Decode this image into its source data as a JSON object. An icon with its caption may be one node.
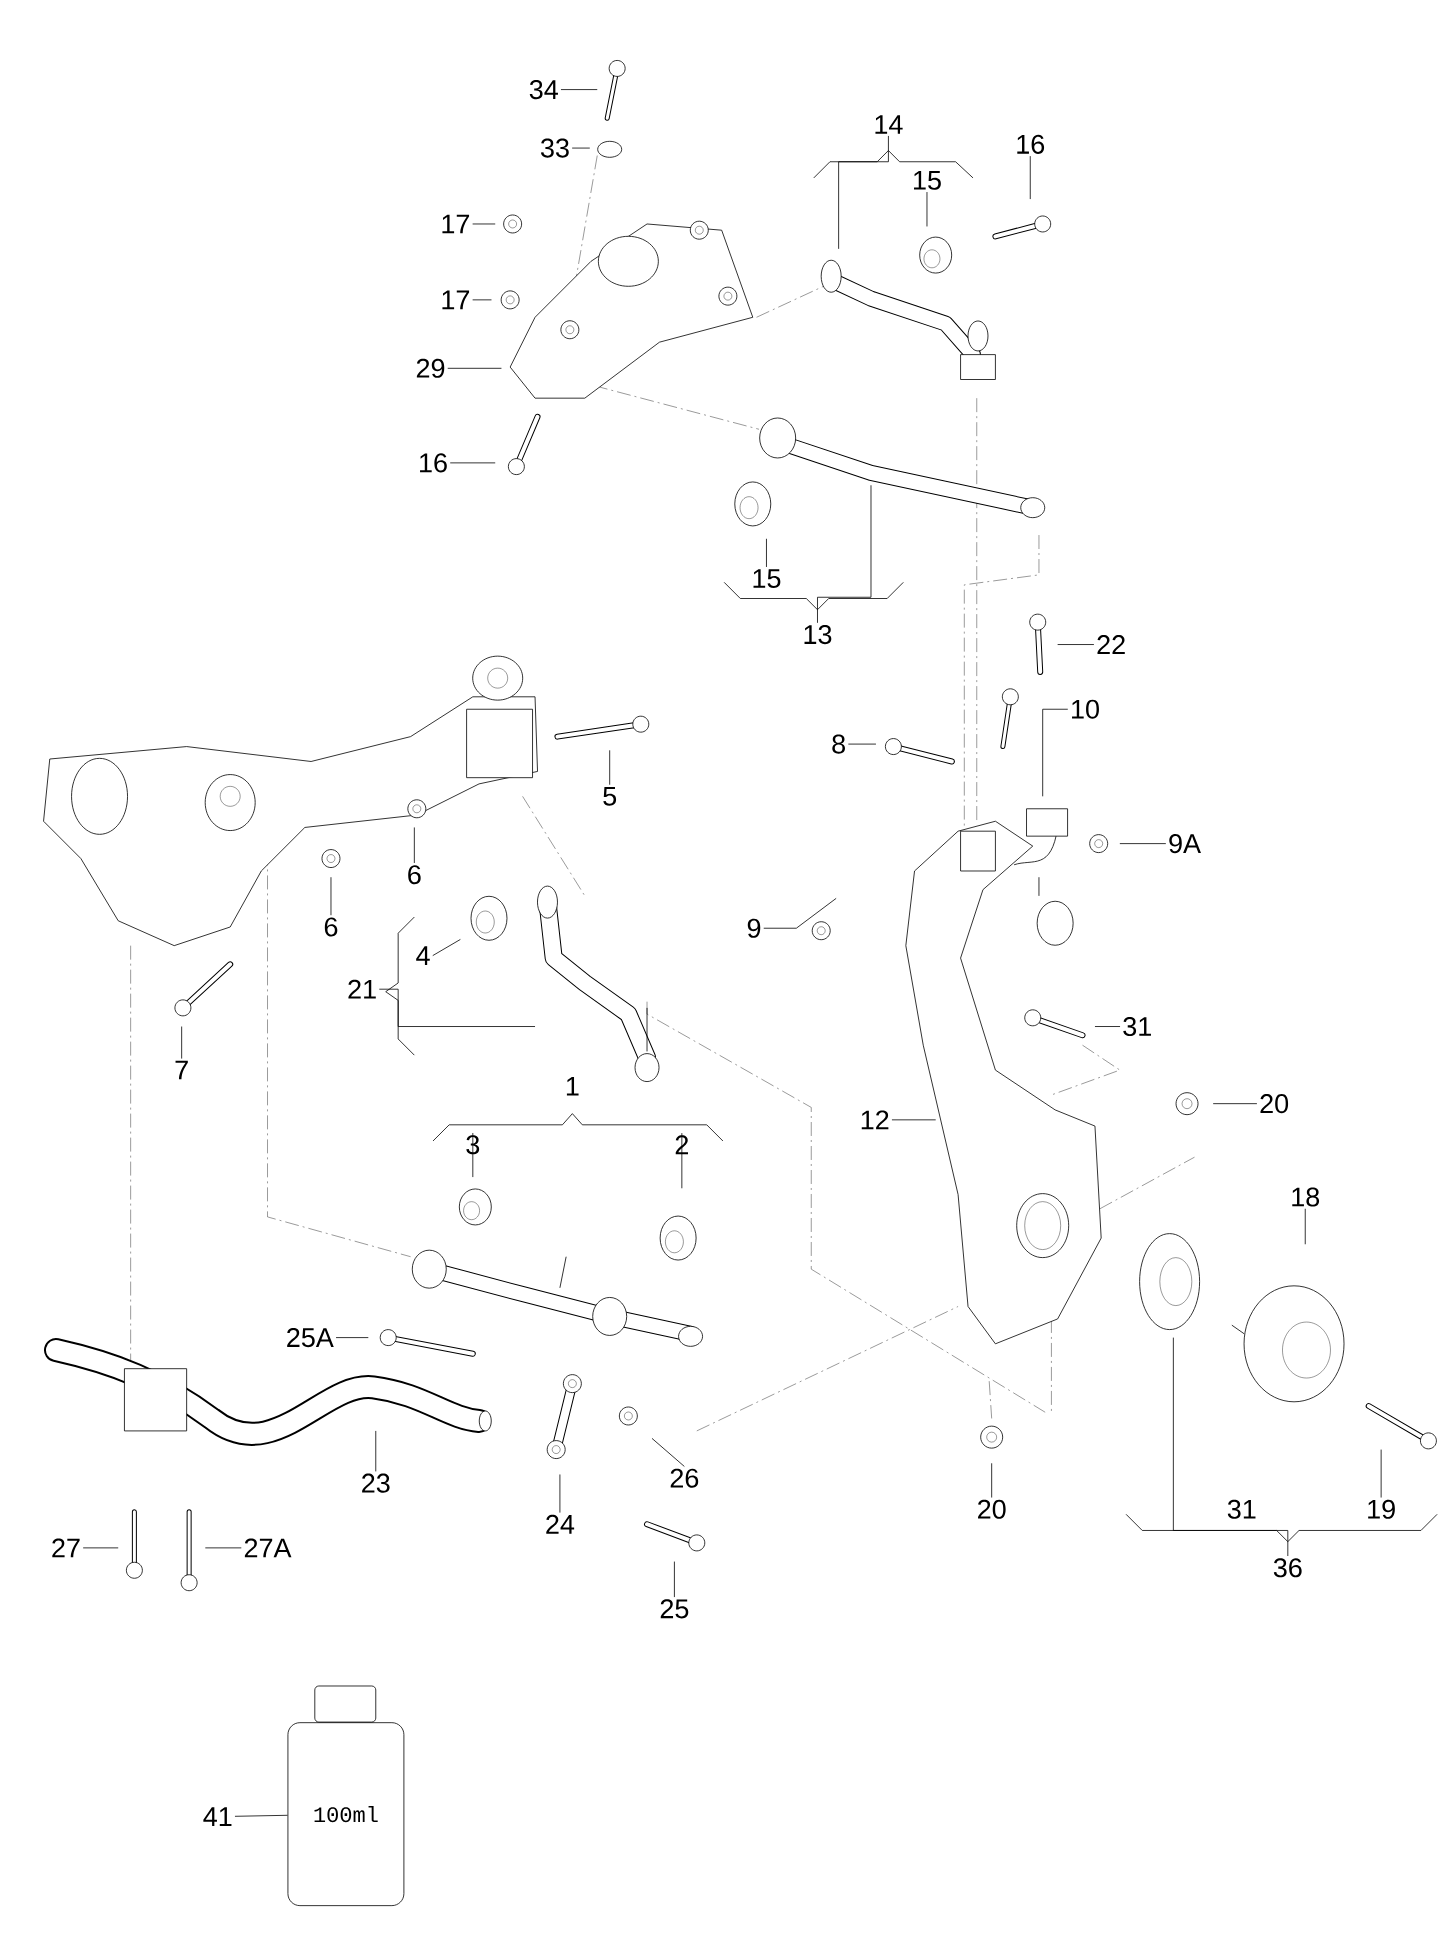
{
  "diagram": {
    "nodes": [
      {
        "text": [
          "34"
        ]
      },
      {
        "text": [
          "14"
        ]
      },
      {
        "text": [
          "16"
        ]
      },
      {
        "text": [
          "33"
        ]
      },
      {
        "text": [
          "15"
        ]
      },
      {
        "text": [
          "17"
        ]
      },
      {
        "text": [
          "17"
        ]
      },
      {
        "text": [
          "29"
        ]
      },
      {
        "text": [
          "16"
        ]
      },
      {
        "text": [
          "15"
        ]
      },
      {
        "text": [
          "13"
        ]
      },
      {
        "text": [
          "22"
        ]
      },
      {
        "text": [
          "10"
        ]
      },
      {
        "text": [
          "8"
        ]
      },
      {
        "text": [
          "5"
        ]
      },
      {
        "text": [
          "9A"
        ]
      },
      {
        "text": [
          "6"
        ]
      },
      {
        "text": [
          "6"
        ]
      },
      {
        "text": [
          "9"
        ]
      },
      {
        "text": [
          "4"
        ]
      },
      {
        "text": [
          "21"
        ]
      },
      {
        "text": [
          "31"
        ]
      },
      {
        "text": [
          "7"
        ]
      },
      {
        "text": [
          "1"
        ]
      },
      {
        "text": [
          "20"
        ]
      },
      {
        "text": [
          "12"
        ]
      },
      {
        "text": [
          "3"
        ]
      },
      {
        "text": [
          "2"
        ]
      },
      {
        "text": [
          "18"
        ]
      },
      {
        "text": [
          "25A"
        ]
      },
      {
        "text": [
          "26"
        ]
      },
      {
        "text": [
          "23"
        ]
      },
      {
        "text": [
          "20"
        ]
      },
      {
        "text": [
          "31"
        ]
      },
      {
        "text": [
          "19"
        ]
      },
      {
        "text": [
          "24"
        ]
      },
      {
        "text": [
          "27"
        ]
      },
      {
        "text": [
          "27A"
        ]
      },
      {
        "text": [
          "36"
        ]
      },
      {
        "text": [
          "25"
        ]
      },
      {
        "text": [
          "41"
        ]
      },
      {
        "text": [
          "100ml"
        ]
      }
    ],
    "edges": [
      {
        "from": 0,
        "to": null,
        "arrow": "none"
      },
      {
        "from": 1,
        "to": null,
        "arrow": "none"
      },
      {
        "from": 2,
        "to": null,
        "arrow": "none"
      },
      {
        "from": 3,
        "to": null,
        "arrow": "none"
      },
      {
        "from": 4,
        "to": null,
        "arrow": "none"
      },
      {
        "from": 5,
        "to": null,
        "arrow": "none"
      },
      {
        "from": 6,
        "to": null,
        "arrow": "none"
      },
      {
        "from": 7,
        "to": null,
        "arrow": "none"
      },
      {
        "from": 8,
        "to": null,
        "arrow": "none"
      },
      {
        "from": 9,
        "to": null,
        "arrow": "none"
      },
      {
        "from": 10,
        "to": null,
        "arrow": "none"
      },
      {
        "from": 11,
        "to": null,
        "arrow": "none"
      },
      {
        "from": 12,
        "to": null,
        "arrow": "none"
      },
      {
        "from": 13,
        "to": null,
        "arrow": "none"
      },
      {
        "from": 14,
        "to": null,
        "arrow": "none"
      },
      {
        "from": 15,
        "to": null,
        "arrow": "none"
      },
      {
        "from": 16,
        "to": null,
        "arrow": "none"
      },
      {
        "from": 17,
        "to": null,
        "arrow": "none"
      },
      {
        "from": 18,
        "to": null,
        "arrow": "none"
      },
      {
        "from": 19,
        "to": null,
        "arrow": "none"
      },
      {
        "from": 20,
        "to": null,
        "arrow": "none"
      },
      {
        "from": 21,
        "to": null,
        "arrow": "none"
      },
      {
        "from": 22,
        "to": null,
        "arrow": "none"
      },
      {
        "from": 24,
        "to": null,
        "arrow": "none"
      },
      {
        "from": 25,
        "to": null,
        "arrow": "none"
      },
      {
        "from": 26,
        "to": null,
        "arrow": "none"
      },
      {
        "from": 27,
        "to": null,
        "arrow": "none"
      },
      {
        "from": 28,
        "to": null,
        "arrow": "none"
      },
      {
        "from": 29,
        "to": null,
        "arrow": "none"
      },
      {
        "from": 30,
        "to": null,
        "arrow": "none"
      },
      {
        "from": 31,
        "to": null,
        "arrow": "none"
      },
      {
        "from": 32,
        "to": null,
        "arrow": "none"
      },
      {
        "from": 34,
        "to": null,
        "arrow": "none"
      },
      {
        "from": 35,
        "to": null,
        "arrow": "none"
      },
      {
        "from": 36,
        "to": null,
        "arrow": "none"
      },
      {
        "from": 37,
        "to": null,
        "arrow": "none"
      },
      {
        "from": 38,
        "to": null,
        "arrow": "none"
      },
      {
        "from": 39,
        "to": null,
        "arrow": "none"
      },
      {
        "from": 40,
        "to": 41,
        "arrow": "none"
      }
    ]
  }
}
